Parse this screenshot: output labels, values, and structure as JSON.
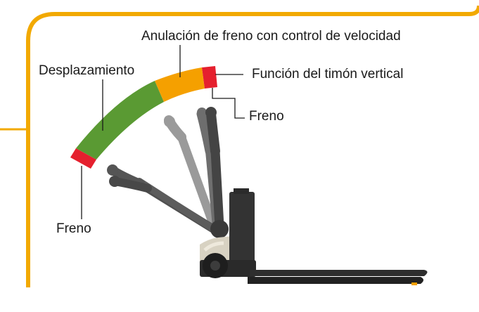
{
  "labels": {
    "anulacion": "Anulación de freno con control de velocidad",
    "desplazamiento": "Desplazamiento",
    "funcion_timon": "Función del timón vertical",
    "freno_top": "Freno",
    "freno_bottom": "Freno"
  },
  "colors": {
    "frame": "#f2a900",
    "brake": "#e5202e",
    "travel": "#5a9a33",
    "override": "#f5a000",
    "truck_dark": "#333333",
    "handle_light": "#9a9a9a",
    "handle_dark": "#444444",
    "battery": "#d8d2c2"
  }
}
